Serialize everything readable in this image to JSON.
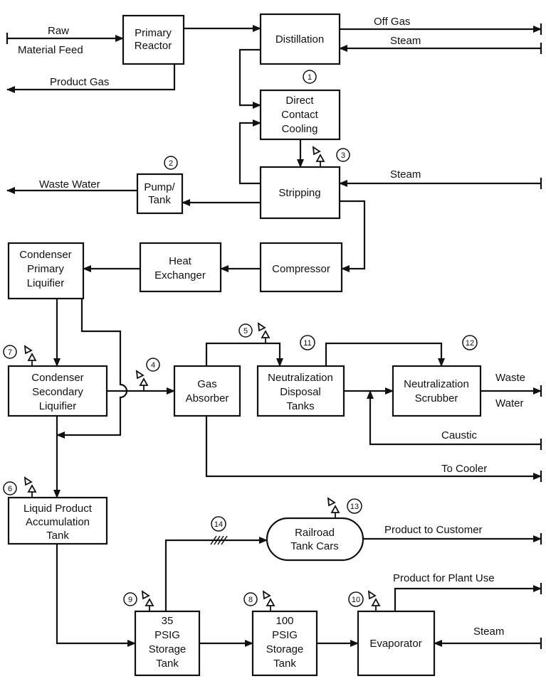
{
  "blocks": {
    "primary_reactor": [
      "Primary",
      "Reactor"
    ],
    "distillation": [
      "Distillation"
    ],
    "direct_contact_cooling": [
      "Direct",
      "Contact",
      "Cooling"
    ],
    "stripping": [
      "Stripping"
    ],
    "pump_tank": [
      "Pump/",
      "Tank"
    ],
    "compressor": [
      "Compressor"
    ],
    "heat_exchanger": [
      "Heat",
      "Exchanger"
    ],
    "condenser_primary": [
      "Condenser",
      "Primary",
      "Liquifier"
    ],
    "condenser_secondary": [
      "Condenser",
      "Secondary",
      "Liquifier"
    ],
    "gas_absorber": [
      "Gas",
      "Absorber"
    ],
    "neutralization_disposal": [
      "Neutralization",
      "Disposal",
      "Tanks"
    ],
    "neutralization_scrubber": [
      "Neutralization",
      "Scrubber"
    ],
    "liquid_product": [
      "Liquid Product",
      "Accumulation",
      "Tank"
    ],
    "railroad": [
      "Railroad",
      "Tank Cars"
    ],
    "tank_35": [
      "35",
      "PSIG",
      "Storage",
      "Tank"
    ],
    "tank_100": [
      "100",
      "PSIG",
      "Storage",
      "Tank"
    ],
    "evaporator": [
      "Evaporator"
    ]
  },
  "streams": {
    "raw": "Raw",
    "material_feed": "Material Feed",
    "product_gas": "Product Gas",
    "off_gas": "Off Gas",
    "steam_distillation": "Steam",
    "steam_stripping": "Steam",
    "waste_water_pump": "Waste Water",
    "waste": "Waste",
    "water": "Water",
    "caustic": "Caustic",
    "to_cooler": "To Cooler",
    "product_to_customer": "Product to Customer",
    "product_for_plant_use": "Product for Plant Use",
    "steam_evaporator": "Steam"
  },
  "points": [
    "1",
    "2",
    "3",
    "4",
    "5",
    "6",
    "7",
    "8",
    "9",
    "10",
    "11",
    "12",
    "13",
    "14"
  ]
}
